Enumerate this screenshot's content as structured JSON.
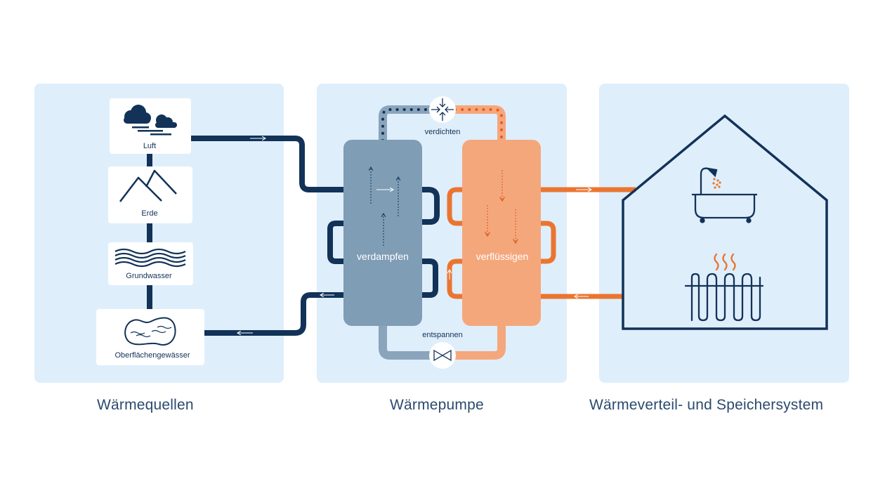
{
  "sources": {
    "items": [
      {
        "label": "Luft"
      },
      {
        "label": "Erde"
      },
      {
        "label": "Grundwasser"
      },
      {
        "label": "Oberflächengewässer"
      }
    ]
  },
  "pump": {
    "compress_label": "verdichten",
    "evaporator_label": "verdampfen",
    "condenser_label": "verflüssigen",
    "expand_label": "entspannen"
  },
  "captions": {
    "sources": "Wärmequellen",
    "pump": "Wärmepumpe",
    "distribution": "Wärmeverteil- und Speichersystem"
  },
  "colors": {
    "panel": "#dfeefb",
    "navy": "#123258",
    "evaporator": "#7f9db5",
    "condenser": "#f5a77c",
    "hot_pipe": "#ea7530",
    "cold_pipe_light": "#8aa4bb",
    "text": "#2b4a6e"
  },
  "icons": [
    "cloud-icon",
    "mountain-icon",
    "waves-icon",
    "lake-icon",
    "compressor-icon",
    "expansion-valve-icon",
    "bathtub-icon",
    "radiator-icon",
    "house-icon"
  ]
}
